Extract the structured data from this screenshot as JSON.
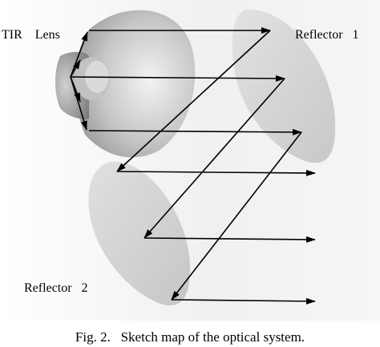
{
  "labels": {
    "tir_lens": "TIR    Lens",
    "reflector_1": "Reflector   1",
    "reflector_2": "Reflector   2"
  },
  "caption": "Fig. 2.   Sketch map of the optical system.",
  "colors": {
    "ray": "#000000",
    "lens_dark": "#8c8c8c",
    "lens_light": "#e4e4e4",
    "reflector_fill": "#d3d3d3",
    "background_shade": "#efefef"
  }
}
